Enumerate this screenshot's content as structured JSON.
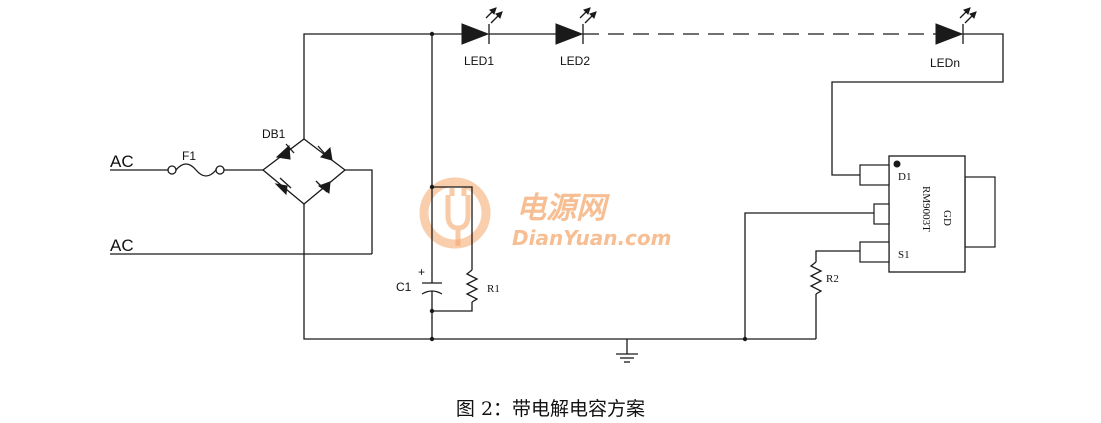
{
  "labels": {
    "ac_top": "AC",
    "ac_bottom": "AC",
    "fuse": "F1",
    "bridge": "DB1",
    "led1": "LED1",
    "led2": "LED2",
    "ledn": "LEDn",
    "cap": "C1",
    "cap_polarity": "+",
    "r1": "R1",
    "r2": "R2",
    "pin_d1": "D1",
    "pin_s1": "S1",
    "chip_part": "RM9003T",
    "chip_mark": "GD"
  },
  "watermark": {
    "cn": "电源网",
    "en": "DianYuan.com"
  },
  "caption": "图 2：带电解电容方案"
}
